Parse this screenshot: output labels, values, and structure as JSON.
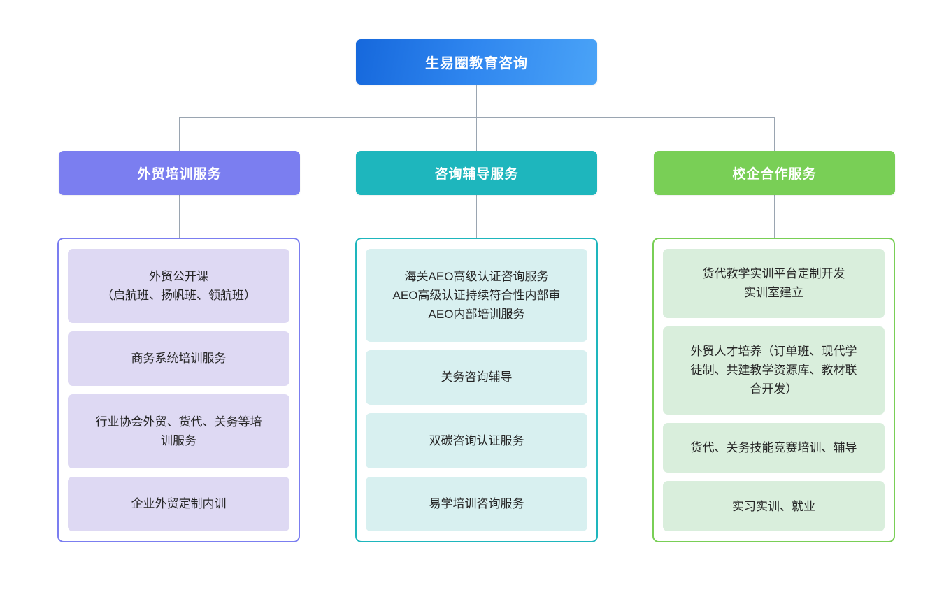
{
  "diagram": {
    "type": "organizational-tree",
    "root": {
      "label": "生易圈教育咨询",
      "color": "#2f86ef"
    },
    "branches": [
      {
        "id": "foreign-trade-training",
        "header": "外贸培训服务",
        "header_color": "#7b7ef0",
        "card_color": "#ded9f3",
        "items": [
          {
            "lines": [
              "外贸公开课",
              "（启航班、扬帆班、领航班）"
            ]
          },
          {
            "lines": [
              "商务系统培训服务"
            ]
          },
          {
            "lines": [
              "行业协会外贸、货代、关务等培",
              "训服务"
            ]
          },
          {
            "lines": [
              "企业外贸定制内训"
            ]
          }
        ]
      },
      {
        "id": "consulting-coaching",
        "header": "咨询辅导服务",
        "header_color": "#1eb6bd",
        "card_color": "#d8f0f0",
        "items": [
          {
            "lines": [
              "海关AEO高级认证咨询服务",
              "AEO高级认证持续符合性内部审",
              "AEO内部培训服务"
            ]
          },
          {
            "lines": [
              "关务咨询辅导"
            ]
          },
          {
            "lines": [
              "双碳咨询认证服务"
            ]
          },
          {
            "lines": [
              "易学培训咨询服务"
            ]
          }
        ]
      },
      {
        "id": "school-enterprise-cooperation",
        "header": "校企合作服务",
        "header_color": "#79cf56",
        "card_color": "#d9eedc",
        "items": [
          {
            "lines": [
              "货代教学实训平台定制开发",
              "实训室建立"
            ]
          },
          {
            "lines": [
              "外贸人才培养（订单班、现代学",
              "徒制、共建教学资源库、教材联",
              "合开发）"
            ]
          },
          {
            "lines": [
              "货代、关务技能竞赛培训、辅导"
            ]
          },
          {
            "lines": [
              "实习实训、就业"
            ]
          }
        ]
      }
    ],
    "connector_color": "#9aa5b1"
  }
}
